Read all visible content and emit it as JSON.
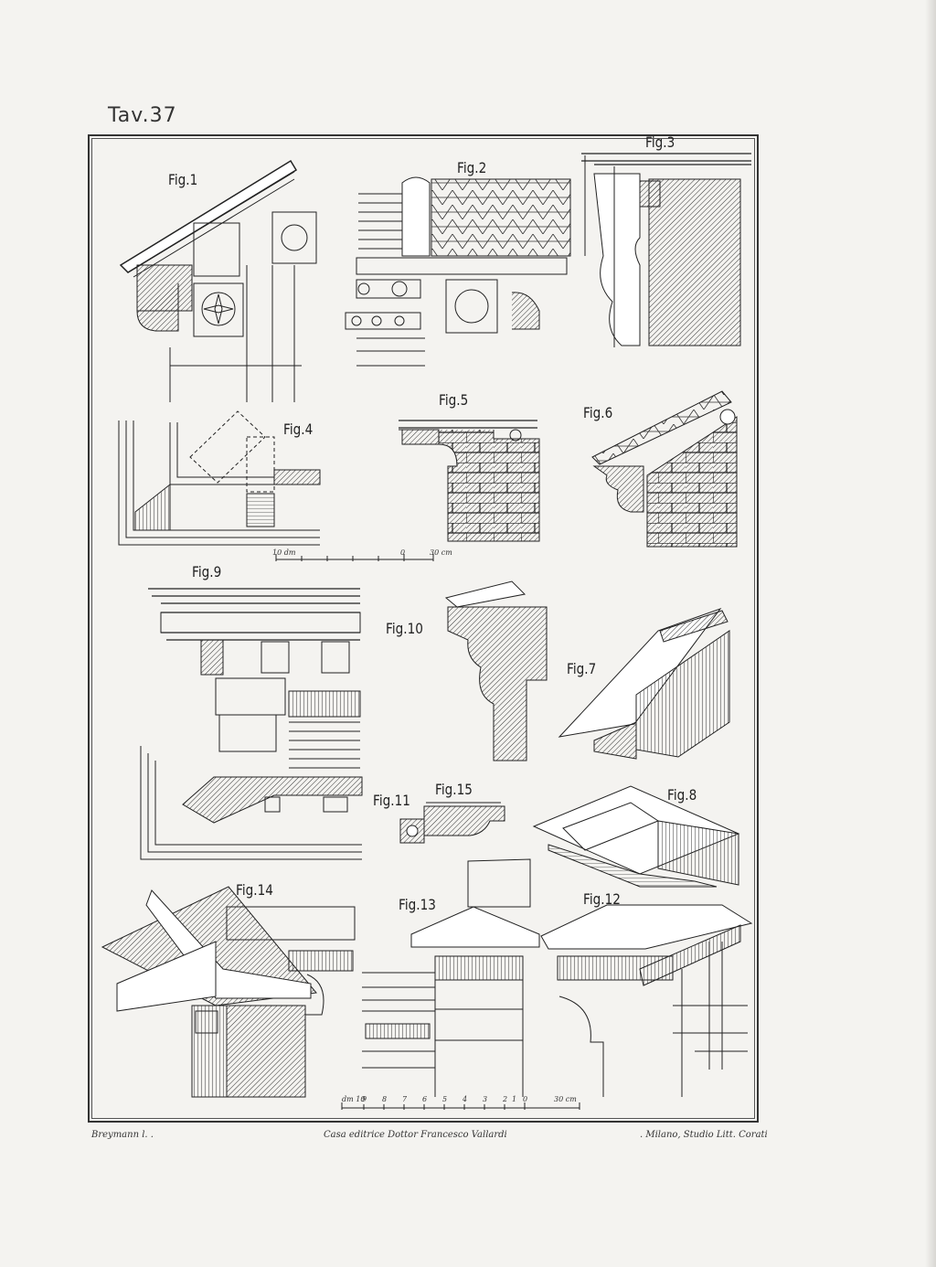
{
  "plate": {
    "title": "Tav.37"
  },
  "figures": [
    {
      "id": "fig1",
      "label": "Fig.1"
    },
    {
      "id": "fig2",
      "label": "Fig.2"
    },
    {
      "id": "fig3",
      "label": "Fig.3"
    },
    {
      "id": "fig4",
      "label": "Fig.4"
    },
    {
      "id": "fig5",
      "label": "Fig.5"
    },
    {
      "id": "fig6",
      "label": "Fig.6"
    },
    {
      "id": "fig7",
      "label": "Fig.7"
    },
    {
      "id": "fig8",
      "label": "Fig.8"
    },
    {
      "id": "fig9",
      "label": "Fig.9"
    },
    {
      "id": "fig10",
      "label": "Fig.10"
    },
    {
      "id": "fig11",
      "label": "Fig.11"
    },
    {
      "id": "fig12",
      "label": "Fig.12"
    },
    {
      "id": "fig13",
      "label": "Fig.13"
    },
    {
      "id": "fig14",
      "label": "Fig.14"
    },
    {
      "id": "fig15",
      "label": "Fig.15"
    }
  ],
  "scales": {
    "upper": {
      "start": "10 dm",
      "mid": "0",
      "end": "30 cm"
    },
    "lower": {
      "start": "dm 10",
      "ticks": [
        "9",
        "8",
        "7",
        "6",
        "5",
        "4",
        "3",
        "2",
        "1",
        "0"
      ],
      "end": "30 cm"
    }
  },
  "credits": {
    "left": "Breymann l. .",
    "center": "Casa editrice Dottor Francesco Vallardi",
    "right": ". Milano, Studio Litt. Corati"
  }
}
